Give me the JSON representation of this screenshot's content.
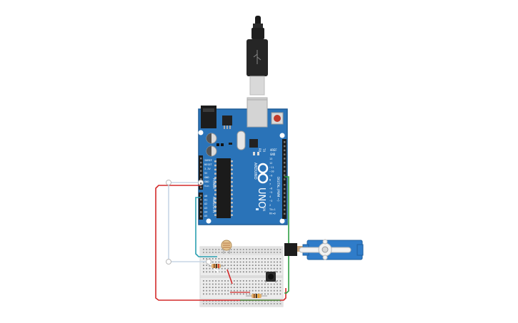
{
  "board": {
    "brand": "ARDUINO",
    "model": "UNO",
    "aref_label": "AREF",
    "gnd_label": "GND",
    "digital_label": "DIGITAL (PWM ~)",
    "power_label": "POWER",
    "analog_label": "ANALOG IN",
    "tx_label": "TX",
    "rx_label": "RX",
    "on_label": "ON",
    "power_pins": [
      "IOREF",
      "RESET",
      "3.3V",
      "5V",
      "GND",
      "GND",
      "Vin"
    ],
    "analog_pins": [
      "A0",
      "A1",
      "A2",
      "A3",
      "A4",
      "A5"
    ],
    "digital_pins": [
      "13",
      "12",
      "~11",
      "~10",
      "~9",
      "8",
      "7",
      "~6",
      "~5",
      "4",
      "~3",
      "2",
      "TX▸1",
      "RX◂0"
    ]
  },
  "colors": {
    "board": "#2a73b8",
    "board_edge": "#1f5c95",
    "wire_red": "#d42a2a",
    "wire_green": "#2ea043",
    "wire_teal": "#2a9fb0",
    "wire_white": "#cdd9e6",
    "servo_body": "#2f7cc9",
    "breadboard": "#ececec"
  }
}
